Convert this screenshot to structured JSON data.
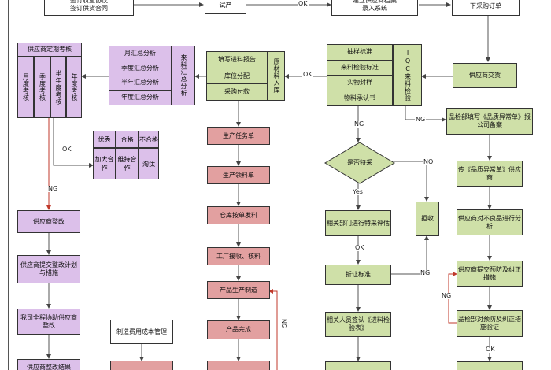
{
  "top": {
    "sign_agreement": "签订质量协议\n签订供货合同",
    "trial_production": "试产",
    "enter_system": "建立供应商档案\n录入系统",
    "place_order": "下采购订单"
  },
  "supplier_review": {
    "title": "供应商定期考核",
    "monthly": "月度考核",
    "quarterly": "季度考核",
    "semiannual": "半年度考核",
    "annual": "年度考核"
  },
  "summary_analysis": {
    "items": [
      "月汇总分析",
      "季度汇总分析",
      "半年汇总分析",
      "年度汇总分析"
    ],
    "side": "来料汇总分析"
  },
  "warehousing": {
    "items": [
      "填写进料报告",
      "库位分配",
      "采购付款"
    ],
    "side": "原材料入库"
  },
  "iqc": {
    "items": [
      "抽样标准",
      "来料检验标准",
      "实物封样",
      "物料承认书"
    ],
    "side": "IQC来料检验"
  },
  "supplier_delivery": "供应商交货",
  "rating": {
    "row1": [
      "优秀",
      "合格",
      "不合格"
    ],
    "row2": [
      "加大合作",
      "维持合作",
      "淘汰"
    ]
  },
  "production": {
    "task_order": "生产任务单",
    "picking_order": "生产领料单",
    "warehouse_issue": "仓库按单发料",
    "factory_receive": "工厂接收、核料",
    "manufacturing": "产品生产制造",
    "finished": "产品完成"
  },
  "cost_control": "制造费用成本管理",
  "decision": {
    "question": "是否特采",
    "yes": "Yes",
    "no": "NO"
  },
  "special": {
    "evaluate": "相关部门进行特采评估",
    "reject": "拒收",
    "discount": "折让标准",
    "sign": "相关人员签认《进料检验表》"
  },
  "quality_issue": {
    "report": "品检部填写《品质异常单》报公司备案",
    "transmit": "传《品质异常单》供应商",
    "analysis": "供应商对不良品进行分析",
    "corrective": "供应商提交预防及纠正措施",
    "verify": "品检部对预防及纠正措施验证"
  },
  "rectification": {
    "improve": "供应商整改",
    "plan": "供应商提交整改计划与措施",
    "assist": "我司全程协助供应商整改",
    "result": "供应商整改结果"
  },
  "labels": {
    "ok": "OK",
    "ng": "NG"
  },
  "colors": {
    "green": "#cfe0a8",
    "pink": "#e2a0a0",
    "violet": "#dcc0ea",
    "line": "#555555",
    "red_line": "#c0392b"
  }
}
